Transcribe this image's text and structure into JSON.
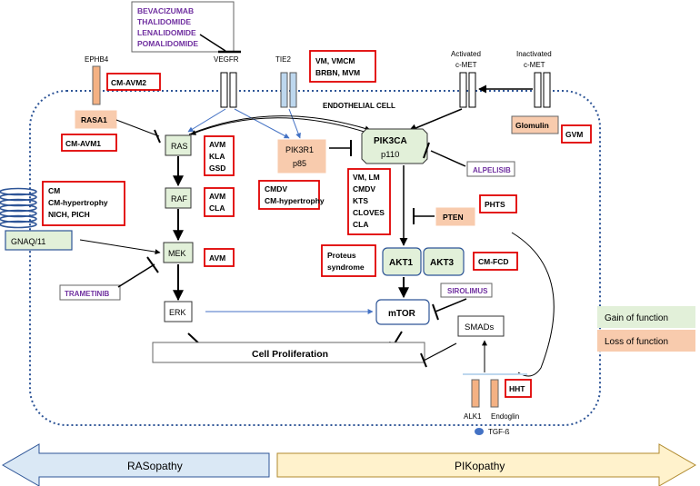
{
  "drugs": {
    "antiangiogenic": [
      "BEVACIZUMAB",
      "THALIDOMIDE",
      "LENALIDOMIDE",
      "POMALIDOMIDE"
    ],
    "alpelisib": "ALPELISIB",
    "trametinib": "TRAMETINIB",
    "sirolimus": "SIROLIMUS"
  },
  "receptors": {
    "ephb4": "EPHB4",
    "vegfr": "VEGFR",
    "tie2": "TIE2",
    "activated_cmet": [
      "Activated",
      "c-MET"
    ],
    "inactivated_cmet": [
      "Inactivated",
      "c-MET"
    ],
    "alk1": "ALK1",
    "endoglin": "Endoglin",
    "tgfb": "TGF-ß"
  },
  "cell_label": "ENDOTHELIAL CELL",
  "nodes": {
    "rasa1": "RASA1",
    "ras": "RAS",
    "raf": "RAF",
    "mek": "MEK",
    "erk": "ERK",
    "gnaq": "GNAQ/11",
    "pik3r1": [
      "PIK3R1",
      "p85"
    ],
    "pik3ca": [
      "PIK3CA",
      "p110"
    ],
    "pten": "PTEN",
    "akt1": "AKT1",
    "akt3": "AKT3",
    "mtor": "mTOR",
    "smads": "SMADs",
    "glomulin": "Glomulin",
    "proliferation": "Cell Proliferation"
  },
  "diseases": {
    "cm_avm2": [
      "CM-AVM2"
    ],
    "cm_avm1": [
      "CM-AVM1"
    ],
    "vm_vmcm": [
      "VM, VMCM",
      "BRBN, MVM"
    ],
    "gvm": [
      "GVM"
    ],
    "ras": [
      "AVM",
      "KLA",
      "GSD"
    ],
    "raf": [
      "AVM",
      "CLA"
    ],
    "mek": [
      "AVM"
    ],
    "gnaq": [
      "CM",
      "CM-hypertrophy",
      "NICH, PICH"
    ],
    "pik3r1": [
      "CMDV",
      "CM-hypertrophy"
    ],
    "pik3ca": [
      "VM, LM",
      "CMDV",
      "KTS",
      "CLOVES",
      "CLA"
    ],
    "pten": [
      "PHTS"
    ],
    "akt1": [
      "Proteus",
      "syndrome"
    ],
    "akt3": [
      "CM-FCD"
    ],
    "hht": [
      "HHT"
    ]
  },
  "legend": {
    "gain": "Gain of function",
    "loss": "Loss of function",
    "gain_color": "#e2f0d9",
    "loss_color": "#f8cbad"
  },
  "arrows": {
    "left": "RASopathy",
    "right": "PIKopathy",
    "left_color": "#dae8f5",
    "right_color": "#fff2cc"
  }
}
